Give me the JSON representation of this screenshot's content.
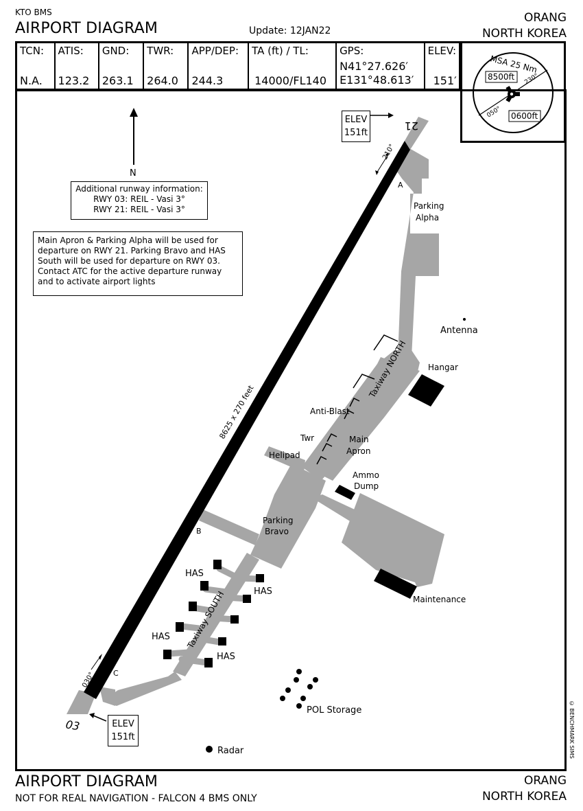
{
  "header": {
    "system": "KTO BMS",
    "title": "AIRPORT DIAGRAM",
    "update": "Update: 12JAN22",
    "airport": "ORANG",
    "country": "NORTH KOREA"
  },
  "freq_table": [
    {
      "label": "TCN:",
      "value": "N.A."
    },
    {
      "label": "ATIS:",
      "value": "123.2"
    },
    {
      "label": "GND:",
      "value": "263.1"
    },
    {
      "label": "TWR:",
      "value": "264.0"
    },
    {
      "label": "APP/DEP:",
      "value": "244.3"
    },
    {
      "label": "TA (ft) / TL:",
      "value": "14000/FL140"
    },
    {
      "label": "GPS:",
      "value_line1": "N41°27.626′",
      "value_line2": "E131°48.613′"
    },
    {
      "label": "ELEV:",
      "value": "151′"
    }
  ],
  "msa": {
    "title": "MSA 25 Nm",
    "upper_alt": "8500ft",
    "lower_alt": "0600ft",
    "bearing_a": "230°",
    "bearing_b": "050°"
  },
  "diagram": {
    "north_label": "N",
    "runway_info_title": "Additional runway information:",
    "runway_info_line1": "RWY 03: REIL - Vasi 3°",
    "runway_info_line2": "RWY 21: REIL - Vasi 3°",
    "notice": [
      "Main Apron & Parking Alpha will be used for",
      "departure on RWY 21. Parking Bravo and HAS",
      "South will be used for departure on RWY 03.",
      "Contact ATC for the active departure runway",
      "and to activate airport lights"
    ],
    "elev_top": {
      "label": "ELEV",
      "value": "151ft"
    },
    "elev_bottom": {
      "label": "ELEV",
      "value": "151ft"
    },
    "runway_21": "21",
    "runway_03": "03",
    "heading_210": "210°",
    "heading_030": "030°",
    "runway_dims": "8625 x 270 feet",
    "taxiway_north": "Taxiway NORTH",
    "taxiway_south": "Taxiway SOUTH",
    "labels": {
      "a": "A",
      "b": "B",
      "c": "C",
      "parking_alpha_1": "Parking",
      "parking_alpha_2": "Alpha",
      "antenna": "Antenna",
      "hangar": "Hangar",
      "anti_blast": "Anti-Blast",
      "twr": "Twr",
      "main_apron_1": "Main",
      "main_apron_2": "Apron",
      "helipad": "Helipad",
      "ammo_1": "Ammo",
      "ammo_2": "Dump",
      "parking_bravo_1": "Parking",
      "parking_bravo_2": "Bravo",
      "maintenance": "Maintenance",
      "has_1": "HAS",
      "has_2": "HAS",
      "has_3": "HAS",
      "has_4": "HAS",
      "pol": "POL Storage",
      "radar": "Radar"
    },
    "colors": {
      "taxiway": "#a6a6a6",
      "runway": "#000000",
      "building": "#000000"
    }
  },
  "footer": {
    "title": "AIRPORT DIAGRAM",
    "disclaimer": "NOT FOR REAL NAVIGATION - FALCON 4 BMS ONLY",
    "airport": "ORANG",
    "country": "NORTH KOREA",
    "copyright": "© BENCHMARK SIMS"
  }
}
